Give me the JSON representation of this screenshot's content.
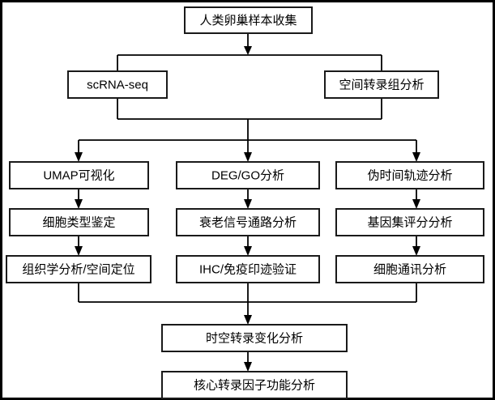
{
  "diagram": {
    "title_text": "",
    "frame_color": "#000000",
    "box_border_color": "#1a1a1a",
    "box_fill_color": "#ffffff",
    "connector_color": "#000000",
    "nodes": {
      "n1": {
        "label": "人类卵巢样本收集"
      },
      "n2": {
        "label": "scRNA-seq"
      },
      "n3": {
        "label": "空间转录组分析"
      },
      "n4": {
        "label": "UMAP可视化"
      },
      "n5": {
        "label": "DEG/GO分析"
      },
      "n6": {
        "label": "伪时间轨迹分析"
      },
      "n7": {
        "label": "细胞类型鉴定"
      },
      "n8": {
        "label": "衰老信号通路分析"
      },
      "n9": {
        "label": "基因集评分分析"
      },
      "n10": {
        "label": "组织学分析/空间定位"
      },
      "n11": {
        "label": "IHC/免疫印迹验证"
      },
      "n12": {
        "label": "细胞通讯分析"
      },
      "n13": {
        "label": "时空转录变化分析"
      },
      "n14": {
        "label": "核心转录因子功能分析"
      }
    },
    "edges": [
      {
        "from": "n1",
        "to": "n2",
        "kind": "split"
      },
      {
        "from": "n1",
        "to": "n3",
        "kind": "split"
      },
      {
        "from": "n2",
        "to": "bus-merge",
        "kind": "merge"
      },
      {
        "from": "n3",
        "to": "bus-merge",
        "kind": "merge"
      },
      {
        "from": "bus-merge",
        "to": "n4",
        "kind": "split"
      },
      {
        "from": "bus-merge",
        "to": "n5",
        "kind": "split"
      },
      {
        "from": "bus-merge",
        "to": "n6",
        "kind": "split"
      },
      {
        "from": "n4",
        "to": "n7",
        "kind": "direct"
      },
      {
        "from": "n5",
        "to": "n8",
        "kind": "direct"
      },
      {
        "from": "n6",
        "to": "n9",
        "kind": "direct"
      },
      {
        "from": "n7",
        "to": "n10",
        "kind": "direct"
      },
      {
        "from": "n8",
        "to": "n11",
        "kind": "direct"
      },
      {
        "from": "n9",
        "to": "n12",
        "kind": "direct"
      },
      {
        "from": "n10",
        "to": "n13",
        "kind": "merge"
      },
      {
        "from": "n11",
        "to": "n13",
        "kind": "merge"
      },
      {
        "from": "n12",
        "to": "n13",
        "kind": "merge"
      },
      {
        "from": "n13",
        "to": "n14",
        "kind": "direct"
      }
    ]
  }
}
